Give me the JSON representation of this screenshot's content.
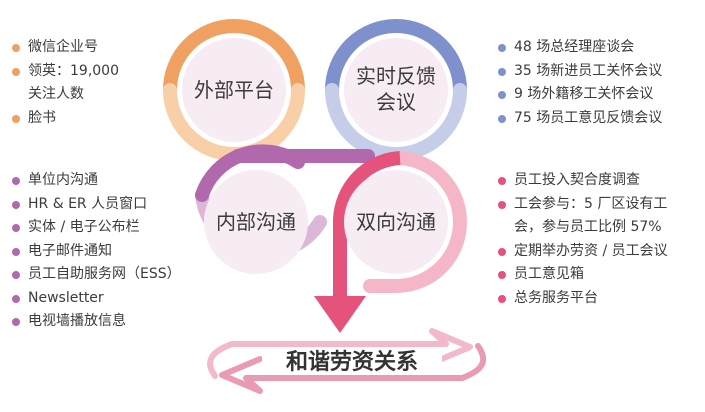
{
  "circles": {
    "external": "外部平台",
    "realtime_line1": "实时反馈",
    "realtime_line2": "会议",
    "internal": "内部沟通",
    "twoway": "双向沟通"
  },
  "banner": "和谐劳资关系",
  "external_items": [
    {
      "text": "微信企业号"
    },
    {
      "text": "领英：19,000",
      "cont": "关注人数"
    },
    {
      "text": "脸书"
    }
  ],
  "realtime_items": [
    {
      "text": "48 场总经理座谈会"
    },
    {
      "text": "35 场新进员工关怀会议"
    },
    {
      "text": "9 场外籍移工关怀会议"
    },
    {
      "text": "75 场员工意见反馈会议"
    }
  ],
  "internal_items": [
    {
      "text": "单位内沟通"
    },
    {
      "text": "HR & ER 人员窗口"
    },
    {
      "text": "实体 / 电子公布栏"
    },
    {
      "text": "电子邮件通知"
    },
    {
      "text": "员工自助服务网（ESS）"
    },
    {
      "text": "Newsletter"
    },
    {
      "text": "电视墙播放信息"
    }
  ],
  "twoway_items": [
    {
      "text": "员工投入契合度调查"
    },
    {
      "text": "工会参与：5 厂区设有工",
      "cont": "会，参与员工比例 57%"
    },
    {
      "text": "定期举办劳资 / 员工会议"
    },
    {
      "text": "员工意见箱"
    },
    {
      "text": "总务服务平台"
    }
  ],
  "colors": {
    "orange": "#f0a060",
    "orange_light": "#f9cfa8",
    "blue": "#7e91cc",
    "blue_light": "#c5cde8",
    "purple": "#b268ad",
    "purple_light": "#dcb7d8",
    "pink": "#e5527c",
    "pink_light": "#f5b7c8",
    "circle_fill": "#f7ecf3",
    "text": "#3b3b3b"
  }
}
